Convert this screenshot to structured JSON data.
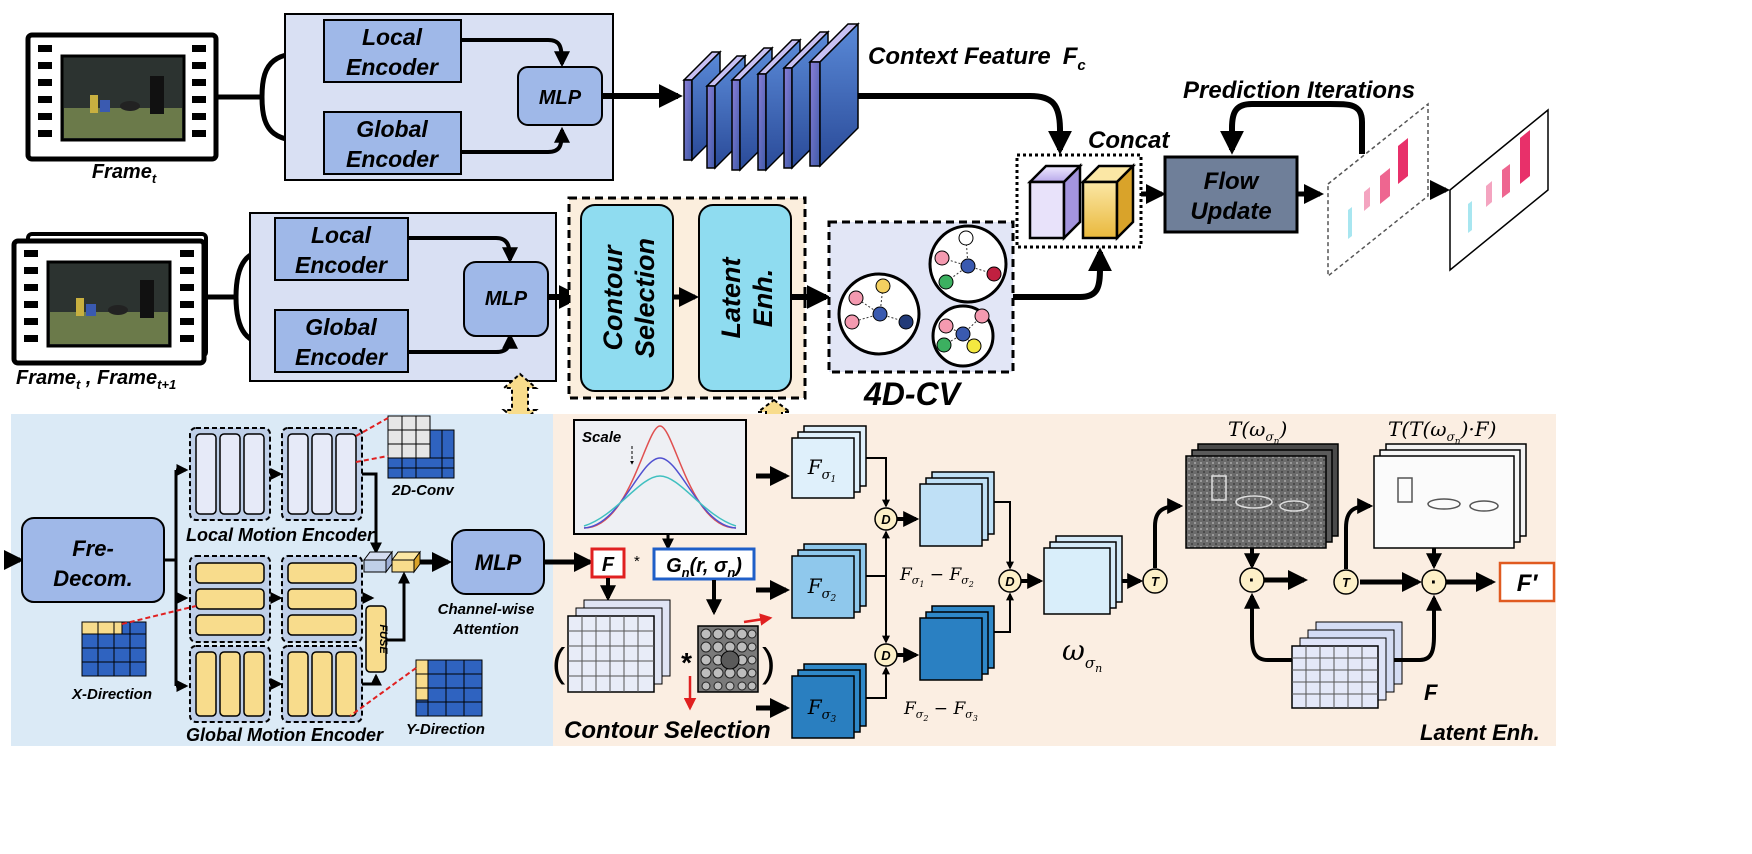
{
  "top": {
    "frame_label": "Frame",
    "frame_sub": "t",
    "local_encoder_line1": "Local",
    "local_encoder_line2": "Encoder",
    "global_encoder_line1": "Global",
    "global_encoder_line2": "Encoder",
    "mlp": "MLP",
    "context_feature": "Context Feature",
    "context_symbol": "F",
    "context_sub": "c",
    "concat": "Concat",
    "prediction_iterations": "Prediction Iterations",
    "flow_update_line1": "Flow",
    "flow_update_line2": "Update"
  },
  "middle": {
    "frames_label_a": "Frame",
    "frames_sub_a": "t",
    "frames_sep": " ,  ",
    "frames_label_b": "Frame",
    "frames_sub_b": "t+1",
    "local_encoder_line1": "Local",
    "local_encoder_line2": "Encoder",
    "global_encoder_line1": "Global",
    "global_encoder_line2": "Encoder",
    "mlp": "MLP",
    "contour_line1": "Contour",
    "contour_line2": "Selection",
    "latent_line1": "Latent",
    "latent_line2": "Enh.",
    "cv_label": "4D-CV"
  },
  "bottom_left": {
    "fre_line1": "Fre-",
    "fre_line2": "Decom.",
    "local_motion": "Local Motion Encoder",
    "global_motion": "Global Motion Encoder",
    "conv2d": "2D-Conv",
    "x_direction": "X-Direction",
    "y_direction": "Y-Direction",
    "fuse": "FUSE",
    "mlp": "MLP",
    "channel_line1": "Channel-wise",
    "channel_line2": "Attention"
  },
  "bottom_mid": {
    "scale": "Scale",
    "f_box": "F",
    "star": "*",
    "gn": "G",
    "gn_sub": "n",
    "gn_args": "(r,  σ",
    "gn_args_sub": "n",
    "gn_close": ")",
    "open_paren": "(",
    "close_paren": ")",
    "conv_star": "*",
    "contour_selection": "Contour Selection",
    "f_sigma1": "F",
    "f_sigma2": "F",
    "f_sigma3": "F",
    "sub1": "σ",
    "sub1_n": "1",
    "sub2": "σ",
    "sub2_n": "2",
    "sub3": "σ",
    "sub3_n": "3",
    "d_label": "D",
    "diff12": "F",
    "diff23": "F",
    "omega": "ω",
    "omega_sub": "σ",
    "omega_sub_n": "n"
  },
  "bottom_right": {
    "t_omega": "T(ω",
    "t_omega_close": ")",
    "t_t_omega": "T(T(ω",
    "t_t_omega_close": ")·F)",
    "t_label": "T",
    "dot": "·",
    "f_stack": "F",
    "f_prime": "F′",
    "latent_enh": "Latent Enh."
  },
  "colors": {
    "encoder_panel": "#d9e0f3",
    "encoder_box": "#9fb8e8",
    "cyan_box": "#8fdcf0",
    "flow_box": "#6f7f99",
    "bottom_left_bg": "#dbeaf6",
    "bottom_right_bg": "#fbeee2",
    "yellow": "#f8dc8c",
    "red": "#e02020",
    "blue": "#1f5fc8"
  }
}
